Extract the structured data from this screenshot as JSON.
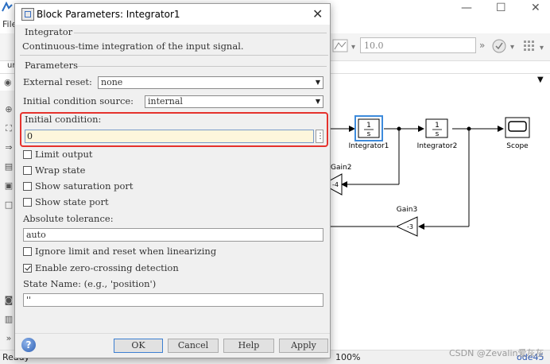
{
  "background": {
    "menu_file": "File",
    "tab_label": "un",
    "sim_stop_time": "10.0",
    "status": {
      "ready": "Ready",
      "zoom": "100%",
      "solver": "ode45"
    },
    "watermark": "CSDN @Zevalin爱灰灰",
    "diagram": {
      "blocks": {
        "integrator1": {
          "numerator": "1",
          "denominator": "s",
          "label": "Integrator1"
        },
        "integrator2": {
          "numerator": "1",
          "denominator": "s",
          "label": "Integrator2"
        },
        "scope": {
          "label": "Scope"
        },
        "gain2": {
          "value": "-4",
          "label": "Gain2"
        },
        "gain3": {
          "value": "-3",
          "label": "Gain3"
        }
      }
    }
  },
  "dialog": {
    "title": "Block Parameters: Integrator1",
    "block_type": "Integrator",
    "description": "Continuous-time integration of the input signal.",
    "parameters_heading": "Parameters",
    "external_reset": {
      "label": "External reset:",
      "value": "none"
    },
    "ic_source": {
      "label": "Initial condition source:",
      "value": "internal"
    },
    "initial_condition": {
      "label": "Initial condition:",
      "value": "0"
    },
    "checkboxes": [
      {
        "label": "Limit output",
        "checked": false
      },
      {
        "label": "Wrap state",
        "checked": false
      },
      {
        "label": "Show saturation port",
        "checked": false
      },
      {
        "label": "Show state port",
        "checked": false
      }
    ],
    "abs_tol": {
      "label": "Absolute tolerance:",
      "value": "auto"
    },
    "checkboxes2": [
      {
        "label": "Ignore limit and reset when linearizing",
        "checked": false
      },
      {
        "label": "Enable zero-crossing detection",
        "checked": true
      }
    ],
    "state_name": {
      "label": "State Name: (e.g., 'position')",
      "value": "''"
    },
    "buttons": {
      "ok": "OK",
      "cancel": "Cancel",
      "help": "Help",
      "apply": "Apply"
    },
    "highlight_color": "#e5322d"
  }
}
